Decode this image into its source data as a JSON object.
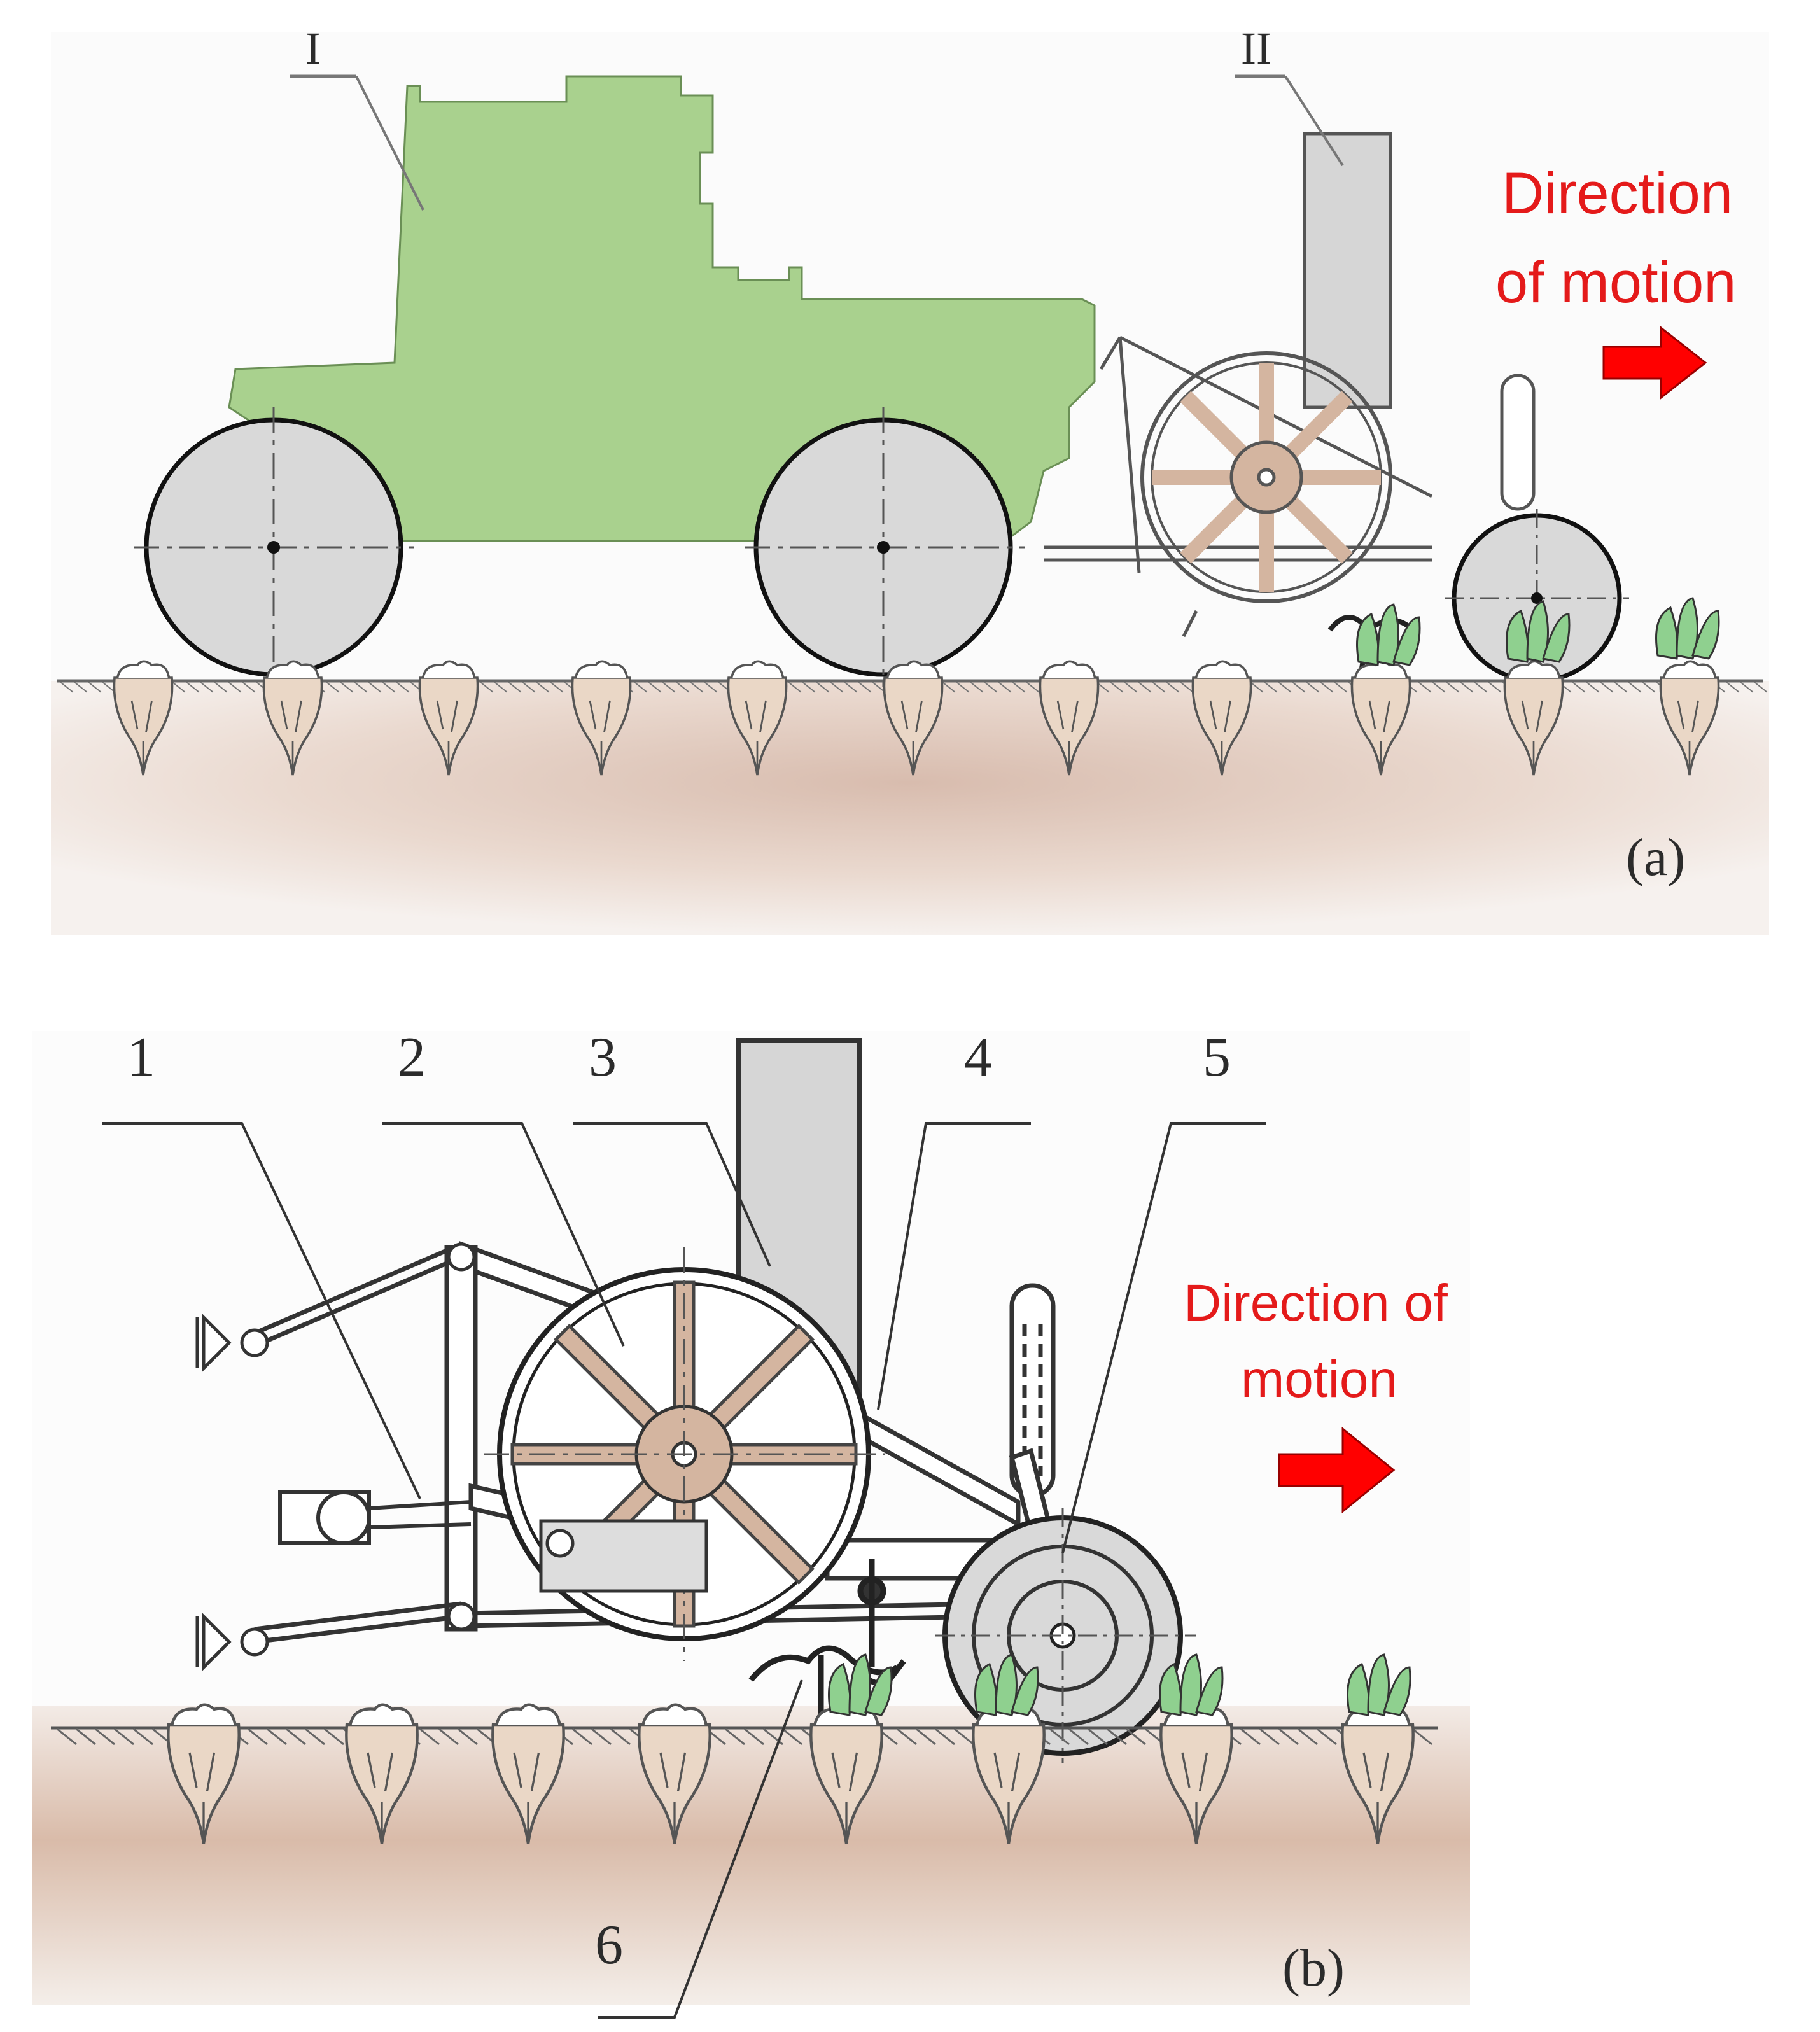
{
  "panel_a": {
    "label_tractor": "I",
    "label_machine": "II",
    "direction_text_line1": "Direction",
    "direction_text_line2": "of motion",
    "caption": "(a)"
  },
  "panel_b": {
    "callouts": [
      "1",
      "2",
      "3",
      "4",
      "5",
      "6"
    ],
    "direction_text_line1": "Direction of",
    "direction_text_line2": "motion",
    "caption": "(b)"
  },
  "colors": {
    "tractor_body": "#a9d18e",
    "wheel_gray": "#d9d9d9",
    "spoke_tan": "#d4b5a0",
    "hopper_gray": "#d6d6d6",
    "arrow_red": "#ff0000",
    "text_red": "#e41a1a",
    "leaf_green": "#8fd08f",
    "soil_shadow": "#c9a898"
  }
}
